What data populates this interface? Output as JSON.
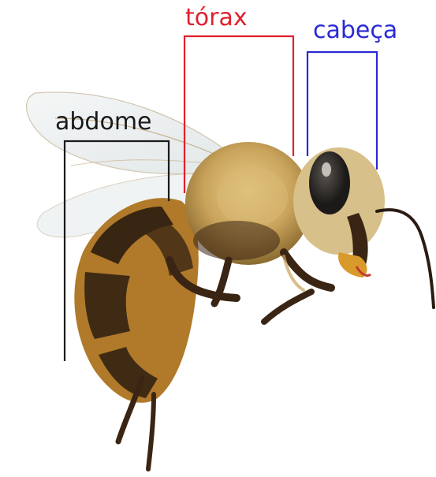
{
  "labels": {
    "thorax": {
      "text": "tórax",
      "color": "#e0202e"
    },
    "head": {
      "text": "cabeça",
      "color": "#2a2ad6"
    },
    "abdomen": {
      "text": "abdome",
      "color": "#1a1a1a"
    }
  },
  "colors": {
    "background": "#ffffff",
    "body_fur": "#c8a25a",
    "stripe_dark": "#2b1d10",
    "stripe_gold": "#b07a2a",
    "wing": "#e9eef0",
    "eye": "#1c1a18",
    "leg": "#3a2514"
  }
}
